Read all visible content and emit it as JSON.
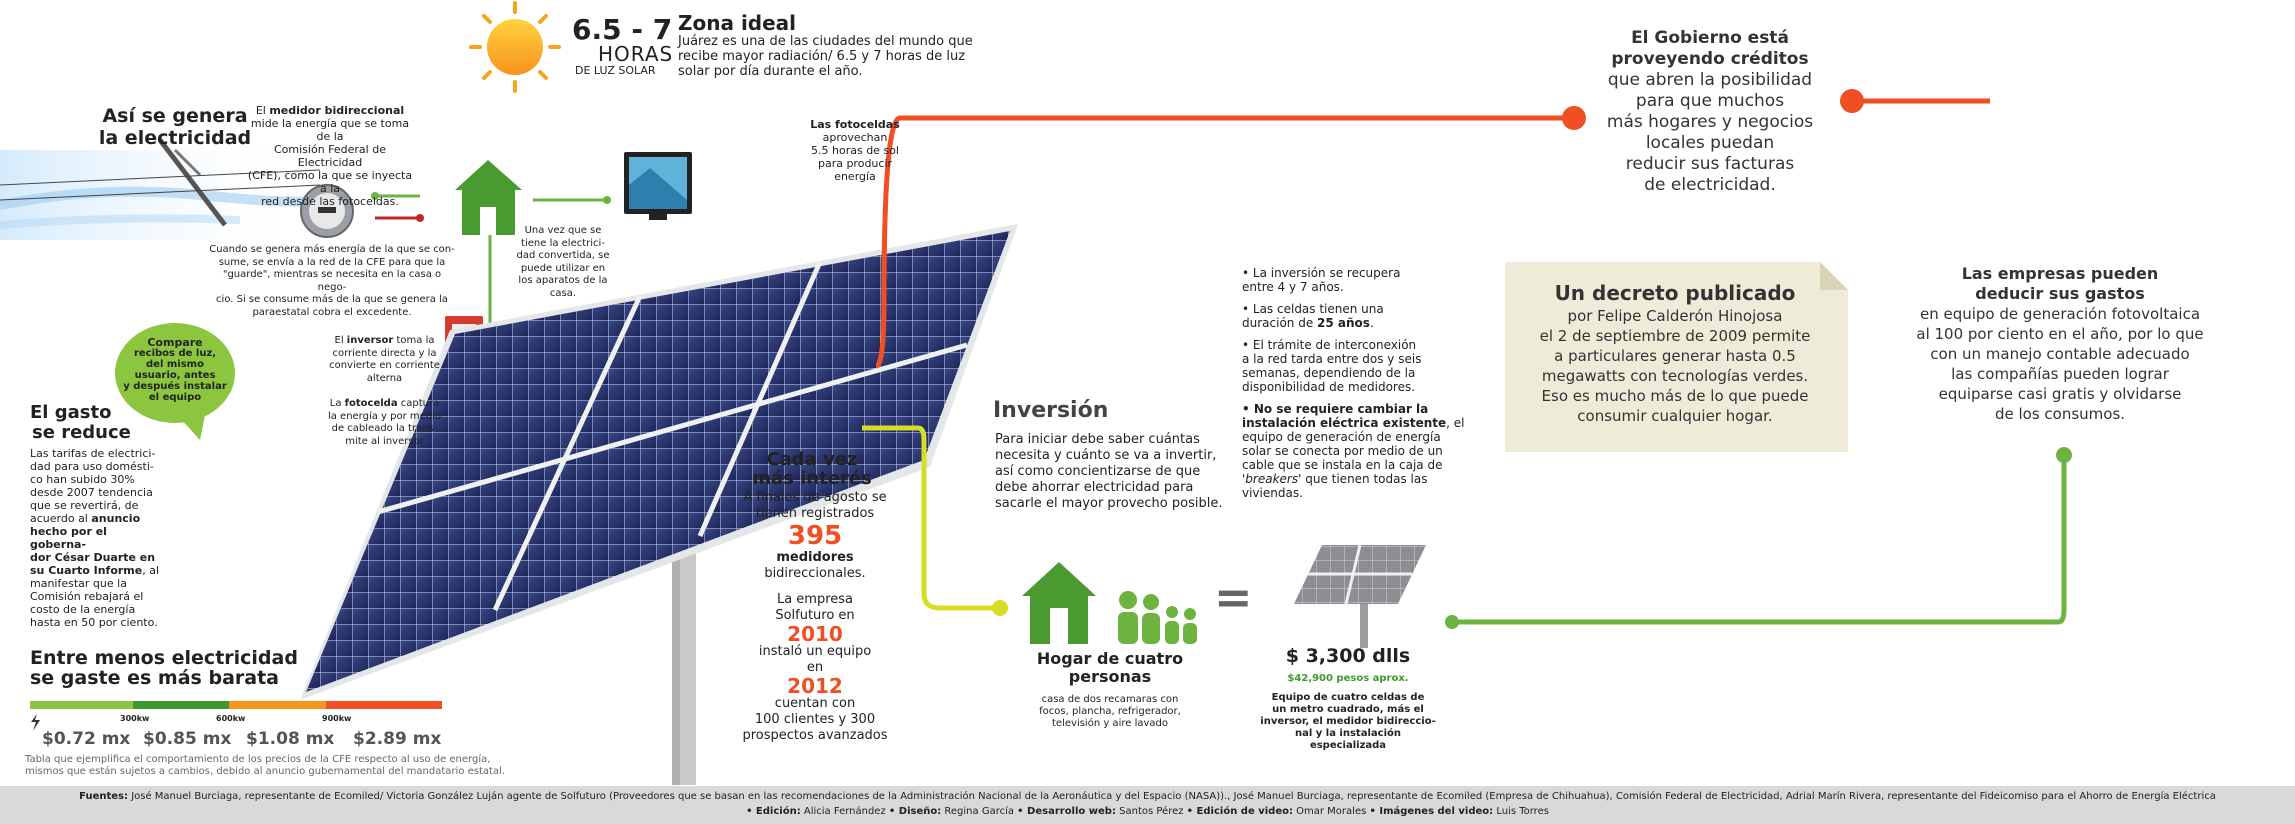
{
  "header": {
    "hours_range": "6.5 - 7",
    "hours_word": "HORAS",
    "hours_sub": "DE LUZ SOLAR",
    "zona_title": "Zona ideal",
    "zona_body": [
      "Juárez es una de las ciudades del mundo que",
      "recibe mayor radiación/ 6.5 y 7 horas de luz",
      "solar por día durante el año."
    ]
  },
  "left": {
    "title": [
      "Así se genera",
      "la electricidad"
    ],
    "medidor_pre": "El ",
    "medidor_bold": "medidor bidireccional",
    "medidor_body": [
      "mide la energía que se toma de la",
      "Comisión Federal de Electricidad",
      "(CFE), como la que se inyecta a la",
      "red desde las fotoceldas."
    ],
    "fotoceldas_bold": "Las fotoceldas",
    "fotoceldas_body": [
      "aprovechan",
      "5.5 horas de sol",
      "para producir",
      "energía"
    ],
    "surplus": [
      "Cuando se genera más energía de la que se con-",
      "sume, se envía a la red de la CFE para que la",
      "\"guarde\", mientras se necesita en la casa o nego-",
      "cio. Si se consume más de la que se genera la",
      "paraestatal cobra el excedente."
    ],
    "house_note": [
      "Una vez que se",
      "tiene la electrici-",
      "dad convertida, se",
      "puede utilizar en",
      "los aparatos de la",
      "casa."
    ],
    "inversor_pre": "El ",
    "inversor_bold": "inversor",
    "inversor_first": " toma la",
    "inversor_body": [
      "corriente directa y la",
      "convierte en corriente",
      "alterna"
    ],
    "fotocelda_pre": "La ",
    "fotocelda_bold": "fotocelda",
    "fotocelda_first": " captura",
    "fotocelda_body": [
      "la energía y por medio",
      "de cableado la trans-",
      "mite al inversor"
    ],
    "compare": [
      "Compare",
      "recibos de luz,",
      "del mismo",
      "usuario, antes",
      "y después instalar",
      "el equipo"
    ],
    "gasto_title": [
      "El gasto",
      "se reduce"
    ],
    "gasto_body": [
      "Las tarifas de electrici-",
      "dad para uso domésti-",
      "co han subido 30%",
      "desde 2007 tendencia",
      "que se revertirá, de",
      "acuerdo al "
    ],
    "gasto_bold": [
      "anuncio",
      "hecho por el goberna-",
      "dor César Duarte en",
      "su Cuarto Informe"
    ],
    "gasto_tail": [
      ", al",
      "manifestar que la",
      "Comisión rebajará el",
      "costo de la energía",
      "hasta en 50 por ciento."
    ]
  },
  "tariff": {
    "title": [
      "Entre menos electricidad",
      "se gaste es más barata"
    ],
    "ticks": [
      "300kw",
      "600kw",
      "900kw"
    ],
    "prices": [
      "$0.72 mx",
      "$0.85 mx",
      "$1.08 mx",
      "$2.89 mx"
    ],
    "note": [
      "Tabla que ejemplifica el comportamiento de los precios de la CFE respecto al uso de energía,",
      "mismos que están sujetos a cambios, debido al anuncio gubernamental del mandatario estatal."
    ],
    "colors": [
      "#8cc63f",
      "#3f9a2e",
      "#f7941d",
      "#f04e23"
    ]
  },
  "interes": {
    "title": [
      "Cada vez",
      "más interés"
    ],
    "l1": [
      "A finales de agosto se",
      "tienen registrados"
    ],
    "num1": "395",
    "l2": [
      "medidores"
    ],
    "l3": [
      "bidireccionales."
    ],
    "l4": [
      "La empresa",
      "Solfuturo en"
    ],
    "year1": "2010",
    "l5": [
      "instaló un equipo",
      "en"
    ],
    "year2": "2012",
    "l6": [
      "cuentan con",
      "100 clientes y 300",
      "prospectos avanzados"
    ]
  },
  "inversion": {
    "title": "Inversión",
    "body": [
      "Para iniciar debe saber cuántas",
      "necesita y cuánto se va a invertir,",
      "así como concientizarse de que",
      "debe ahorrar electricidad para",
      "sacarle el mayor provecho posible."
    ]
  },
  "bullets": {
    "b1": [
      "• La inversión se recupera",
      "entre 4 y 7 años."
    ],
    "b2_pre": [
      "• Las celdas tienen una",
      "duración de "
    ],
    "b2_bold": "25 años",
    "b2_tail": ".",
    "b3": [
      "• El trámite  de interconexión",
      "a la red tarda entre dos y seis",
      "semanas, dependiendo de la",
      "disponibilidad de medidores."
    ],
    "b4_bold": [
      "• No se requiere cambiar la",
      "instalación eléctrica existente"
    ],
    "b4_tail": [
      ", el equipo de generación de energía",
      "solar se conecta por medio de un",
      "cable que se instala en la caja de"
    ],
    "b4_italic": "'breakers'",
    "b4_end": [
      " que tienen todas las",
      "viviendas."
    ]
  },
  "hogar": {
    "title": [
      "Hogar de cuatro",
      "personas"
    ],
    "body": [
      "casa de dos recamaras con",
      "focos, plancha, refrigerador,",
      "televisión y aire lavado"
    ],
    "equals": "="
  },
  "equipo": {
    "price": "$ 3,300 dlls",
    "price_mx": "$42,900 pesos aprox.",
    "body": [
      "Equipo de cuatro celdas de",
      "un metro cuadrado, más el",
      "inversor, el medidor bidireccio-",
      "nal y la instalación especializada"
    ]
  },
  "gobierno": {
    "bold": [
      "El Gobierno está",
      "proveyendo créditos"
    ],
    "body": [
      "que abren la posibilidad",
      "para que muchos",
      "más hogares y negocios",
      "locales puedan",
      "reducir sus facturas",
      "de electricidad."
    ]
  },
  "decreto": {
    "title": "Un decreto publicado",
    "body": [
      "por Felipe Calderón Hinojosa",
      "el 2 de septiembre de 2009 permite",
      "a particulares generar hasta 0.5",
      "megawatts con tecnologías verdes.",
      "Eso es mucho más de lo que puede",
      "consumir cualquier hogar."
    ]
  },
  "empresas": {
    "bold": [
      "Las empresas pueden",
      "deducir sus gastos"
    ],
    "body": [
      "en equipo de generación fotovoltaica",
      "al 100 por ciento en el año, por lo que",
      "con un manejo contable adecuado",
      "las compañías pueden lograr",
      "equiparse casi gratis y olvidarse",
      "de los consumos."
    ]
  },
  "footer": {
    "fuentes_label": "Fuentes:",
    "fuentes": " José Manuel Burciaga, representante de Ecomiled/ Victoria González Luján agente de Solfuturo (Proveedores que se basan en las recomendaciones de la Administración Nacional de la Aeronáutica y del Espacio (NASA))., José Manuel Burciaga, representante de Ecomiled (Empresa de Chihuahua), Comisión Federal de Electricidad, Adrial Marín Rivera, representante del Fideicomiso para el Ahorro de Energía Eléctrica",
    "credits": [
      {
        "label": "• Edición:",
        "value": " Alicia Fernández "
      },
      {
        "label": "• Diseño:",
        "value": " Regina García "
      },
      {
        "label": "• Desarrollo web:",
        "value": " Santos Pérez "
      },
      {
        "label": "• Edición de video:",
        "value": " Omar Morales "
      },
      {
        "label": "• Imágenes del video:",
        "value": " Luis Torres"
      }
    ]
  },
  "colors": {
    "orange": "#f04e23",
    "green": "#6cb33f",
    "yellow": "#d6de23",
    "house_green": "#4a9a32",
    "sun": "#f9a21b"
  }
}
